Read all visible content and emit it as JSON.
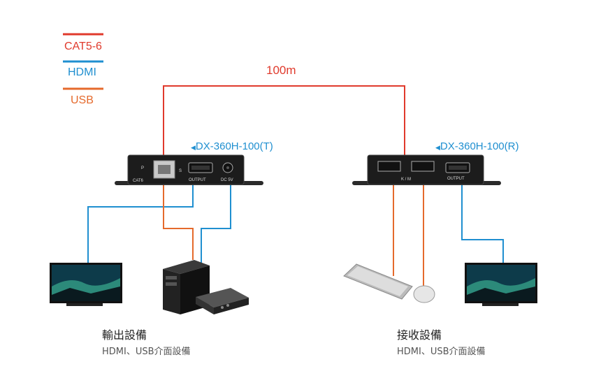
{
  "legend": [
    {
      "label": "CAT5-6",
      "color": "#e03a2c"
    },
    {
      "label": "HDMI",
      "color": "#1f8fd0"
    },
    {
      "label": "USB",
      "color": "#e56a2c"
    }
  ],
  "distance": "100m",
  "transmitter": {
    "model": "DX-360H-100(T)",
    "port_labels": {
      "p": "P",
      "s": "S",
      "cat": "CAT6",
      "output": "OUTPUT",
      "dc": "DC 5V"
    }
  },
  "receiver": {
    "model": "DX-360H-100(R)",
    "port_labels": {
      "km": "K / M",
      "output": "OUTPUT"
    }
  },
  "output_devices": {
    "title": "輸出設備",
    "subtitle": "HDMI、USB介面設備"
  },
  "receive_devices": {
    "title": "接收設備",
    "subtitle": "HDMI、USB介面設備"
  },
  "colors": {
    "cat": "#e03a2c",
    "hdmi": "#1f8fd0",
    "usb": "#e56a2c",
    "device": "#1c1c1c"
  }
}
